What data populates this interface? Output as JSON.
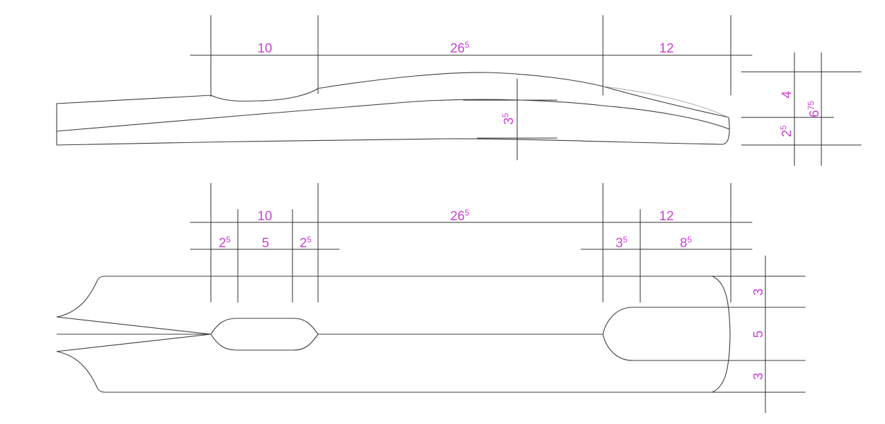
{
  "colors": {
    "dimension_text": "#cc3fd6",
    "linework": "#2b2b2b",
    "background": "#ffffff"
  },
  "side_view": {
    "dims_top": [
      {
        "main": "10",
        "sup": ""
      },
      {
        "main": "26",
        "sup": "5"
      },
      {
        "main": "12",
        "sup": ""
      }
    ],
    "thickness": {
      "main": "3",
      "sup": "5"
    },
    "end_heights": [
      {
        "main": "4",
        "sup": ""
      },
      {
        "main": "6",
        "sup": "75"
      },
      {
        "main": "2",
        "sup": "5"
      }
    ]
  },
  "plan_view": {
    "dims_row1": [
      {
        "main": "10",
        "sup": ""
      },
      {
        "main": "26",
        "sup": "5"
      },
      {
        "main": "12",
        "sup": ""
      }
    ],
    "dims_row2": [
      {
        "main": "2",
        "sup": "5"
      },
      {
        "main": "5",
        "sup": ""
      },
      {
        "main": "2",
        "sup": "5"
      },
      {
        "main": "3",
        "sup": "5"
      },
      {
        "main": "8",
        "sup": "5"
      }
    ],
    "widths": [
      {
        "main": "3",
        "sup": ""
      },
      {
        "main": "5",
        "sup": ""
      },
      {
        "main": "3",
        "sup": ""
      }
    ]
  }
}
